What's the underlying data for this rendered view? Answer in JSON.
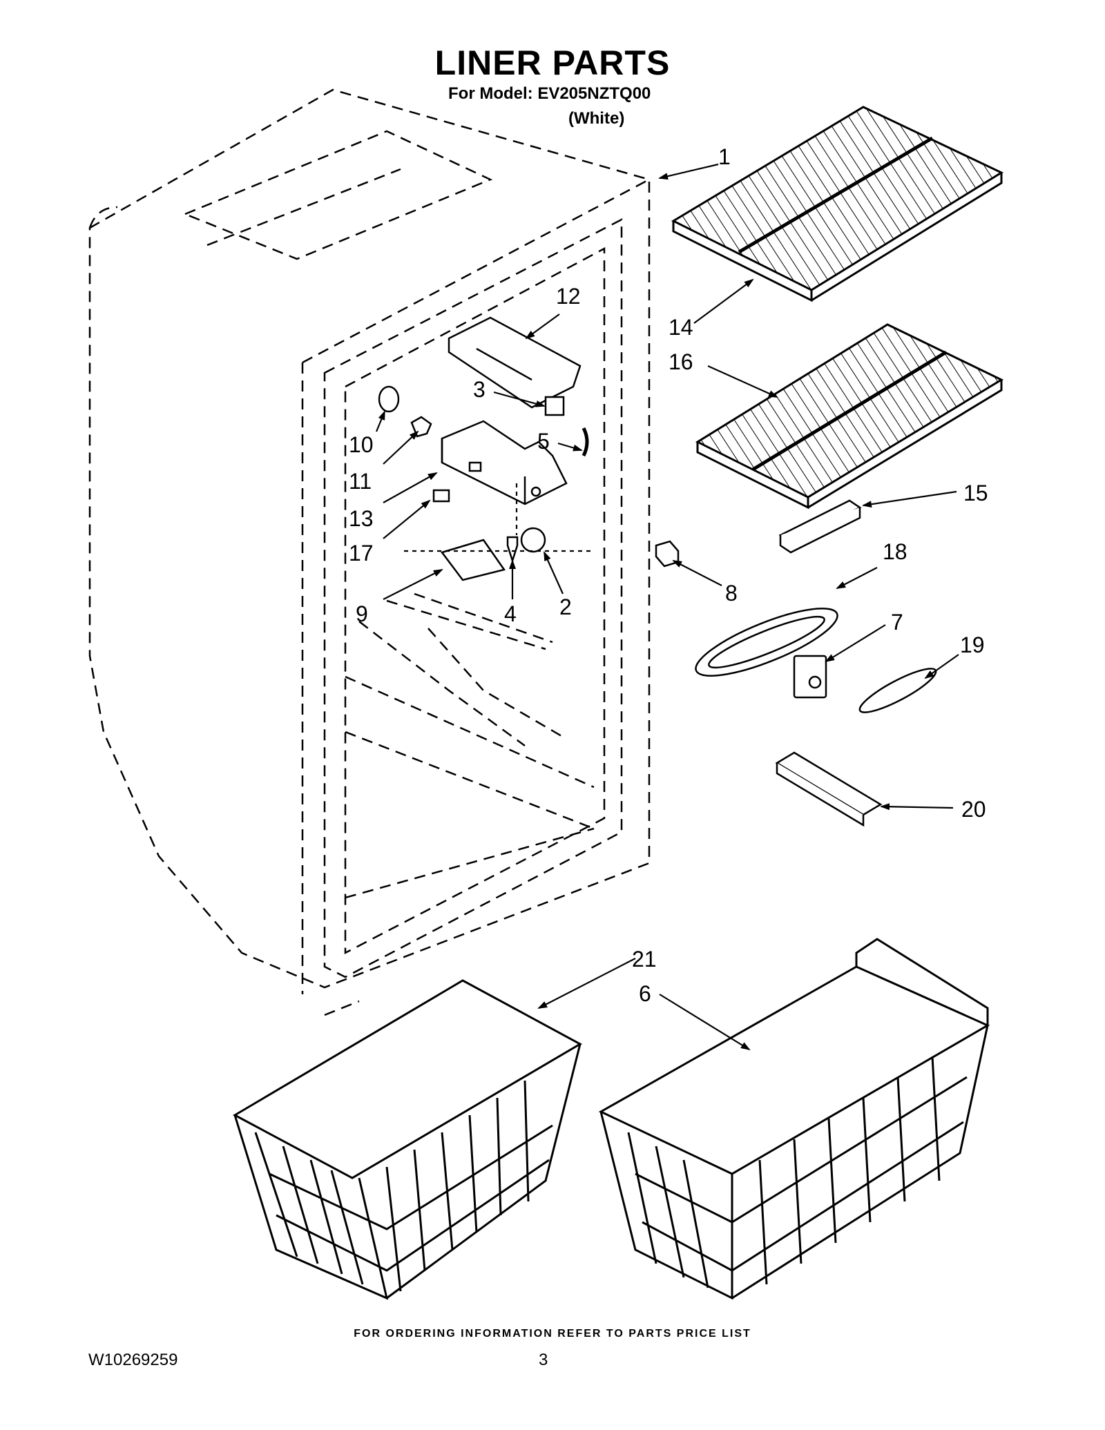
{
  "header": {
    "title": "LINER PARTS",
    "model_line": "For Model: EV205NZTQ00",
    "variant": "(White)"
  },
  "callouts": [
    {
      "id": "1",
      "label": "1"
    },
    {
      "id": "2",
      "label": "2"
    },
    {
      "id": "3",
      "label": "3"
    },
    {
      "id": "4",
      "label": "4"
    },
    {
      "id": "5",
      "label": "5"
    },
    {
      "id": "6",
      "label": "6"
    },
    {
      "id": "7",
      "label": "7"
    },
    {
      "id": "8",
      "label": "8"
    },
    {
      "id": "9",
      "label": "9"
    },
    {
      "id": "10",
      "label": "10"
    },
    {
      "id": "11",
      "label": "11"
    },
    {
      "id": "12",
      "label": "12"
    },
    {
      "id": "13",
      "label": "13"
    },
    {
      "id": "14",
      "label": "14"
    },
    {
      "id": "15",
      "label": "15"
    },
    {
      "id": "16",
      "label": "16"
    },
    {
      "id": "17",
      "label": "17"
    },
    {
      "id": "18",
      "label": "18"
    },
    {
      "id": "19",
      "label": "19"
    },
    {
      "id": "20",
      "label": "20"
    },
    {
      "id": "21",
      "label": "21"
    }
  ],
  "footer": {
    "ordering_note": "FOR ORDERING INFORMATION REFER TO PARTS PRICE LIST",
    "document_number": "W10269259",
    "page_number": "3"
  }
}
